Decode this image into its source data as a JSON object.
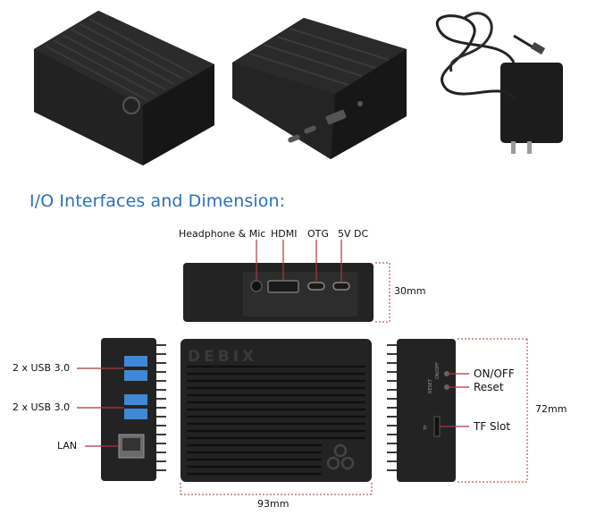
{
  "heading": "I/O Interfaces and Dimension:",
  "photos": {
    "case_logo_text": "DEBIX",
    "power_adapter": "power-adapter"
  },
  "top_port_labels": {
    "headphone": "Headphone & Mic",
    "hdmi": "HDMI",
    "otg": "OTG",
    "dc": "5V DC"
  },
  "side_labels": {
    "usb_1": "2 x USB 3.0",
    "usb_2": "2 x USB 3.0",
    "lan": "LAN"
  },
  "right_labels": {
    "on_off": "ON/OFF",
    "reset": "Reset",
    "tf_slot": "TF Slot",
    "on_off_print": "ON/OFF",
    "reset_print": "RESET",
    "tf_print": "TF"
  },
  "dimensions": {
    "height": "30mm",
    "depth": "72mm",
    "width": "93mm"
  },
  "colors": {
    "heading": "#2f6fb5",
    "leader_line": "#b0343c",
    "device_body": "#232323"
  }
}
